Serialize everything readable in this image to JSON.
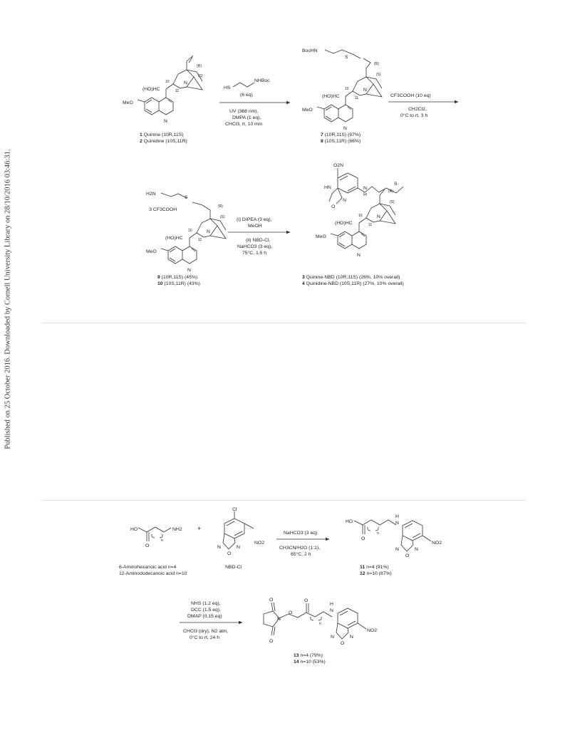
{
  "sidebar_note": "Published on 25 October 2016. Downloaded by Cornell University Library on 28/10/2016 03:46:31.",
  "scheme1": {
    "sm_labels": [
      "(HO)HC",
      "10",
      "11",
      "MeO",
      "N",
      "N",
      "(R)",
      "(S)"
    ],
    "sm_caption_1": {
      "num": "1",
      "text": "Quinine (10R,11S)"
    },
    "sm_caption_2": {
      "num": "2",
      "text": "Quinidine (10S,11R)"
    },
    "reagent1": {
      "thiol_hs": "HS",
      "thiol_nhboc": "NHBoc",
      "eq": "(6 eq)",
      "lines": [
        "UV (368 nm),",
        "DMPA (1 eq),",
        "CHCl3, rt, 10 min"
      ]
    },
    "prod1_labels": [
      "BocHN",
      "S",
      "(HO)HC",
      "10",
      "11",
      "MeO",
      "N",
      "N",
      "(R)",
      "(S)"
    ],
    "prod1_caption_1": {
      "num": "7",
      "text": "(10R,11S) (87%)"
    },
    "prod1_caption_2": {
      "num": "8",
      "text": "(10S,11R) (86%)"
    },
    "reagent2": {
      "line1": "CF3COOH (10 eq)",
      "line2": "CH2Cl2,",
      "line3": "0°C to rt, 3 h"
    },
    "amine_labels": [
      "H2N",
      "S",
      "·3 CF3COOH",
      "(HO)HC",
      "10",
      "11",
      "MeO",
      "N",
      "N",
      "(R)",
      "(S)"
    ],
    "amine_caption_1": {
      "num": "9",
      "text": "(10R,11S) (45%)"
    },
    "amine_caption_2": {
      "num": "10",
      "text": "(10S,11R) (43%)"
    },
    "reagent3": {
      "lines_top": [
        "(i) DIPEA (3 eq),",
        "MeOH"
      ],
      "lines_bottom": [
        "(ii) NBD-Cl,",
        "NaHCO3 (3 eq),",
        "75°C, 1.5 h"
      ]
    },
    "nbd_labels": [
      "O2N",
      "HN",
      "O",
      "N",
      "N",
      "H",
      "S",
      "(HO)HC",
      "10",
      "11",
      "MeO",
      "N",
      "N",
      "(R)",
      "(S)"
    ],
    "nbd_caption_1": {
      "num": "3",
      "text": "Quinine-NBD (10R,11S) (26%, 10% overall)"
    },
    "nbd_caption_2": {
      "num": "4",
      "text": "Quinidine-NBD (10S,11R) (27%, 10% overall)"
    }
  },
  "scheme2": {
    "acid_labels": [
      "HO",
      "NH2",
      "n",
      "O"
    ],
    "plus": "+",
    "acid_caption_1": "6-Aminohexanoic acid n=4",
    "acid_caption_2": "12-Aminododecanoic acid n=10",
    "nbdcl_labels": [
      "Cl",
      "NO2",
      "N",
      "O",
      "N"
    ],
    "nbdcl_caption": "NBD-Cl",
    "reagent4": {
      "line1": "NaHCO3 (3 eq)",
      "line2": "CH3CN/H2O (1:1),",
      "line3": "65°C, 2 h"
    },
    "prod2_labels": [
      "HO",
      "H",
      "N",
      "n",
      "O",
      "NO2",
      "N",
      "O",
      "N"
    ],
    "prod2_caption_1": {
      "num": "11",
      "text": "n=4 (91%)"
    },
    "prod2_caption_2": {
      "num": "12",
      "text": "n=10 (87%)"
    },
    "reagent5": {
      "lines_top": [
        "NHS (1.2 eq),",
        "DCC (1.5 eq),",
        "DMAP (0.15 eq)"
      ],
      "lines_bottom": [
        "CHCl3 (dry), N2 atm,",
        "0°C to rt, 24 h"
      ]
    },
    "prod3_labels": [
      "O",
      "O",
      "N",
      "O",
      "O",
      "H",
      "N",
      "n",
      "NO2",
      "N",
      "O",
      "N"
    ],
    "prod3_caption_1": {
      "num": "13",
      "text": "n=4 (79%)"
    },
    "prod3_caption_2": {
      "num": "14",
      "text": "n=10 (53%)"
    }
  }
}
